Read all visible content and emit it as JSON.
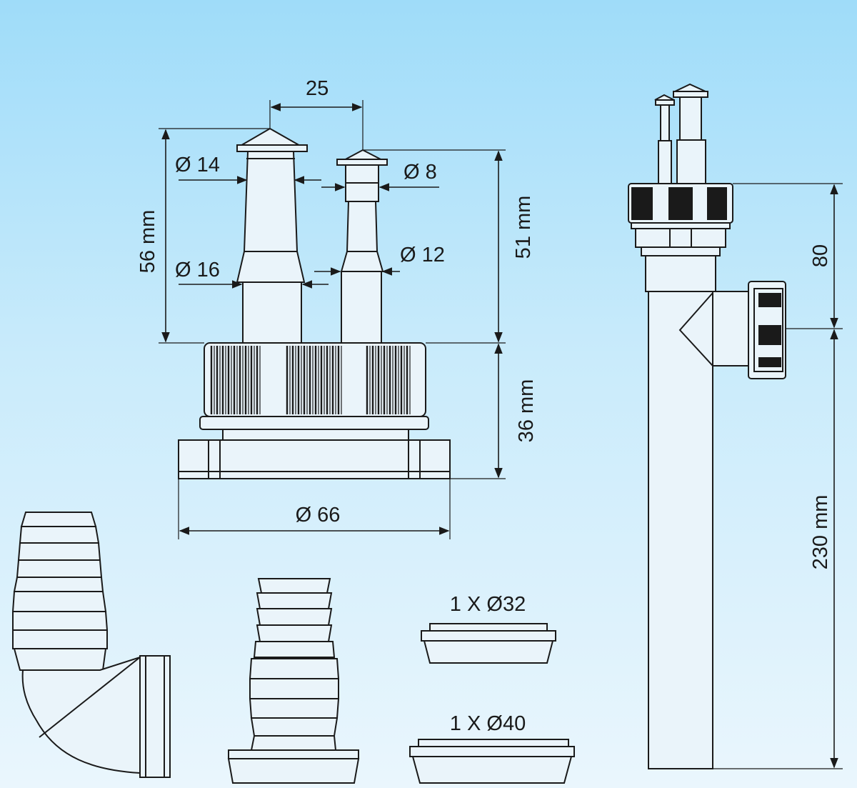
{
  "dimensions": {
    "spacing": "25",
    "d14": "Ø 14",
    "d8": "Ø 8",
    "d16": "Ø 16",
    "d12": "Ø 12",
    "h56": "56 mm",
    "h51": "51 mm",
    "h36": "36 mm",
    "d66": "Ø 66",
    "h80": "80",
    "h230": "230 mm"
  },
  "parts": {
    "ring32": "1 X Ø32",
    "ring40": "1 X Ø40"
  }
}
